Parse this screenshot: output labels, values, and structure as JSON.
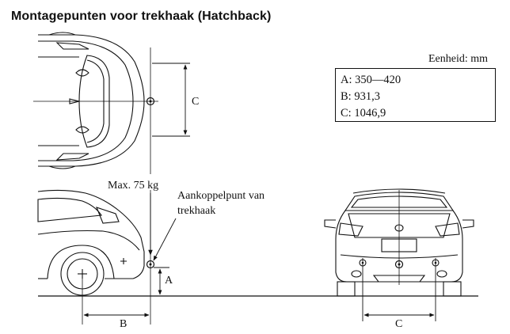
{
  "title": "Montagepunten voor trekhaak (Hatchback)",
  "unit_label": "Eenheid: mm",
  "legend": [
    {
      "key": "A",
      "text": "A: 350—420"
    },
    {
      "key": "B",
      "text": "B: 931,3"
    },
    {
      "key": "C",
      "text": "C: 1046,9"
    }
  ],
  "labels": {
    "c_top": "C",
    "a_side": "A",
    "b_side": "B",
    "c_rear": "C",
    "max_load": "Max. 75 kg",
    "coupling_line1": "Aankoppelpunt van",
    "coupling_line2": "trekhaak"
  }
}
